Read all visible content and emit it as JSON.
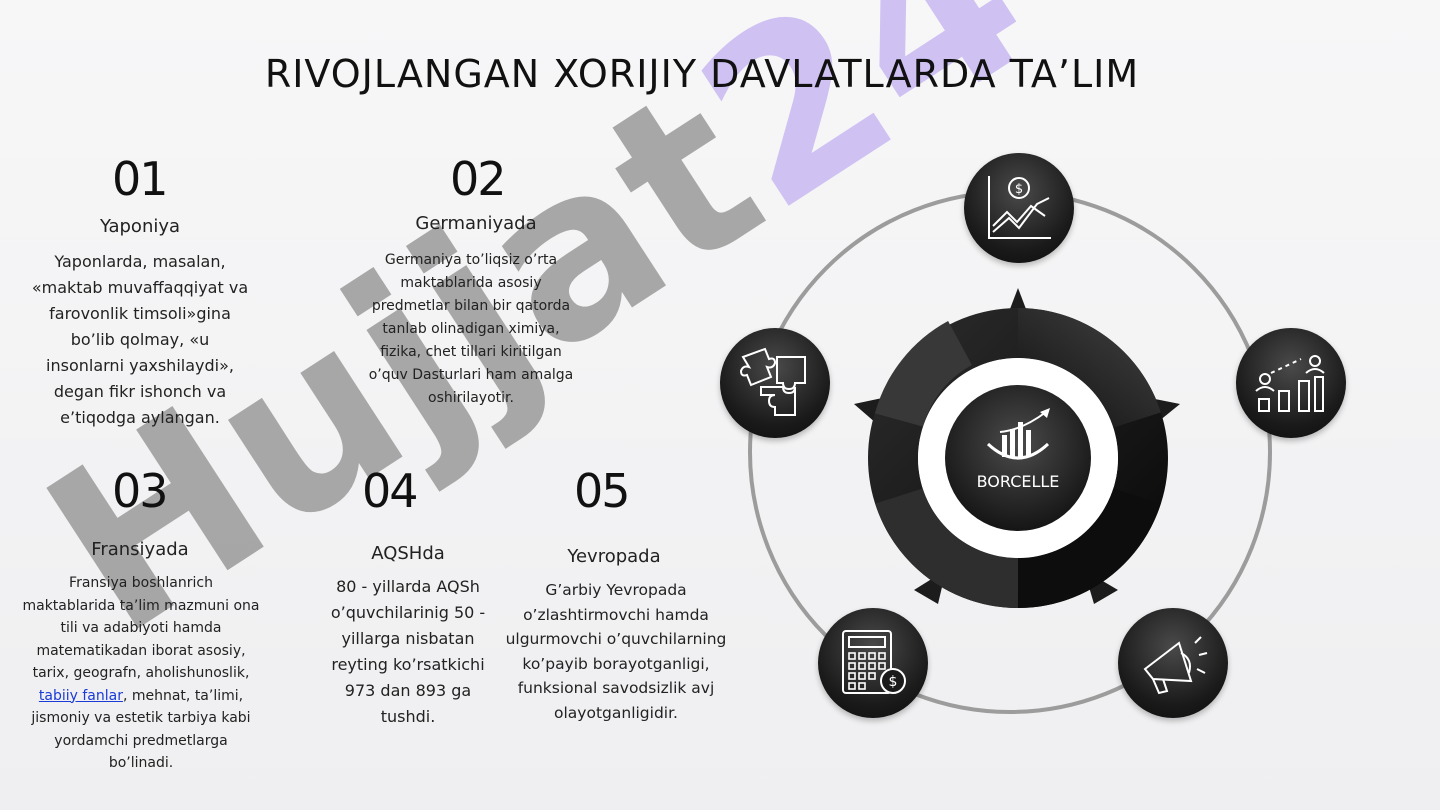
{
  "title": "RIVOJLANGAN XORIJIY DAVLATLARDA TA’LIM",
  "watermark_text": "Hujjat24",
  "watermark_colors": {
    "gray": "#9a9a9a",
    "purple": "#c9b8f2"
  },
  "items": [
    {
      "number": "01",
      "heading": "Yaponiya",
      "lines": [
        "Yaponlarda, masalan,",
        "«maktab muvaffaqqiyat va",
        "farovonlik timsoli»gina",
        "bo’lib qolmay, «u",
        "insonlarni yaxshilaydi»,",
        "degan fikr ishonch va",
        "e’tiqodga aylangan."
      ]
    },
    {
      "number": "02",
      "heading": "Germaniyada",
      "lines": [
        "Germaniya to’liqsiz o’rta",
        "maktablarida asosiy",
        "predmetlar bilan bir qatorda",
        "tanlab olinadigan ximiya,",
        "fizika, chet tillari kiritilgan",
        "o’quv Dasturlari ham amalga",
        "oshirilayotir."
      ]
    },
    {
      "number": "03",
      "heading": "Fransiyada",
      "lines": [
        "Fransiya boshlanrich",
        "maktablarida ta’lim mazmuni ona",
        "tili va adabiyoti hamda",
        "matematikadan iborat asosiy,",
        "tarix, geografn, aholishunoslik,"
      ],
      "link_text": "tabiiy fanlar",
      "link_rest": ", mehnat, ta’limi,",
      "lines_after": [
        "jismoniy va estetik tarbiya kabi",
        "yordamchi predmetlarga",
        "bo’linadi."
      ]
    },
    {
      "number": "04",
      "heading": "AQSHda",
      "lines": [
        "80 - yillarda AQSh",
        "o’quvchilarinig 50 -",
        "yillarga nisbatan",
        "reyting ko’rsatkichi",
        "973 dan 893 ga",
        "tushdi."
      ]
    },
    {
      "number": "05",
      "heading": "Yevropada",
      "lines": [
        "G’arbiy Yevropada",
        "o’zlashtirmovchi hamda",
        "ulgurmovchi o’quvchilarning",
        "ko’payib borayotganligi,",
        "funksional savodsizlik avj",
        "olayotganligidir."
      ]
    }
  ],
  "diagram": {
    "center_label": "BORCELLE",
    "icons": [
      "chart-dollar-icon",
      "growth-people-icon",
      "megaphone-icon",
      "calculator-icon",
      "puzzle-icon"
    ]
  }
}
